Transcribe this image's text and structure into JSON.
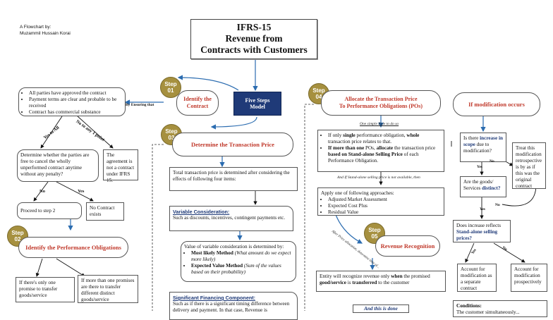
{
  "author": {
    "line1": "A Flowchart by:",
    "line2": "Muzammil Hussain Korai"
  },
  "title": {
    "line1": "IFRS-15",
    "line2": "Revenue from",
    "line3": "Contracts with Customers"
  },
  "five_steps": {
    "line1": "Five Steps",
    "line2": "Model"
  },
  "steps": {
    "s1": {
      "word": "Step",
      "num": "01"
    },
    "s2": {
      "word": "Step",
      "num": "02"
    },
    "s3": {
      "word": "Step",
      "num": "03"
    },
    "s4": {
      "word": "Step",
      "num": "04"
    },
    "s5": {
      "word": "Step",
      "num": "05"
    }
  },
  "identify_contract": {
    "line1": "Identify the",
    "line2": "Contract"
  },
  "by_ensuring": "By Ensuring that",
  "criteria": [
    "All parties have approved the contract",
    "Payment terms are clear and probable to be received",
    "Contract has commercial substance"
  ],
  "yes_to_all": "Yes to All",
  "no_to_any": "No to any 1 point",
  "determine_parties": "Determine whether the parties are free to cancel the wholly unperformed contract anytime without any penalty?",
  "not_contract": "The agreement is not a contract under IFRS 15.",
  "no": "No",
  "yes": "Yes",
  "proceed": "Proceed to step 2",
  "no_contract": "No Contract exists",
  "identify_po": "Identify the Performance Obligations",
  "only_one_promise": "If there's only one promise to transfer goods/service",
  "more_than_one_promise": "If more than one promises are there to transfer different distinct goods/service",
  "determine_tp": "Determine the Transaction Price",
  "total_tp": "Total transaction price is determined after considering the effects of following four items:",
  "variable": {
    "title": "Variable Consideration:",
    "text": "Such as discounts, incentives, contingent payments etc."
  },
  "vc_determined": "Value of variable consideration is determined by:",
  "vc_items": [
    {
      "bold": "Most likely Method",
      "ital": " (What amount do we expect more likely)"
    },
    {
      "bold": "Expected Value Method",
      "ital": " (Sum of the values based on their probability)"
    }
  ],
  "financing": {
    "title": "Significant Financing Component:",
    "text": "Such as if there is a significant timing difference between delivery and payment. In that case, Revenue is"
  },
  "allocate": {
    "line1": "Allocate the Transaction Price",
    "line2": "To Performance Obligations (POs)"
  },
  "one_simple_rule": "One simple Rule to do so",
  "alloc_items": [
    {
      "p1": "If only ",
      "b1": "single",
      "p2": " performance obligation, ",
      "b2": "whole",
      "p3": " transaction price relates to that."
    },
    {
      "p1": "",
      "b1": "If more than one",
      "p2": " POs, ",
      "b2": "allocate",
      "p3": " the transaction price ",
      "b3": "based on Stand-alone Selling Price",
      "p4": " of each Performance Obligation."
    }
  ],
  "ssp_not_available": "And If Stand-alone selling price is not available, then",
  "approaches_title": "Apply one of following approaches:",
  "approaches": [
    "Adjusted Market Assessment",
    "Expected Cost Plus",
    "Residual Value"
  ],
  "after_price_alloc": "After Price allocation, determine time of...",
  "revenue_recognition": "Revenue Recognition",
  "entity_recog": {
    "p1": "Entity will recognize revenue only ",
    "b1": "when",
    "p2": " the promised ",
    "b2": "good/service",
    "p3": " is ",
    "b3": "transferred",
    "p4": " to the customer"
  },
  "and_this_is_done": "And this is done",
  "if_modification": "If modification occurs",
  "is_there_increase": {
    "p1": "Is there ",
    "b1": "increase in scope",
    "p2": " due to modification?"
  },
  "treat_retro": "Treat this modification retrospective is by as if this was the original contract",
  "are_goods": {
    "p1": "Are the goods/ Services ",
    "b1": "distinct?"
  },
  "does_increase": {
    "p1": "Does increase reflects ",
    "b1": "Stand-alone selling prices?"
  },
  "account_separate": "Account for modification as a separate contract",
  "account_prospective": "Account for modification prospectively",
  "conditions": {
    "title": "Conditions:",
    "text": "The customer simultaneously..."
  },
  "colors": {
    "accent_red": "#c0392b",
    "navy": "#1f3a78",
    "step_gold": "#a6903f",
    "arrow_blue": "#2b6cb0"
  }
}
